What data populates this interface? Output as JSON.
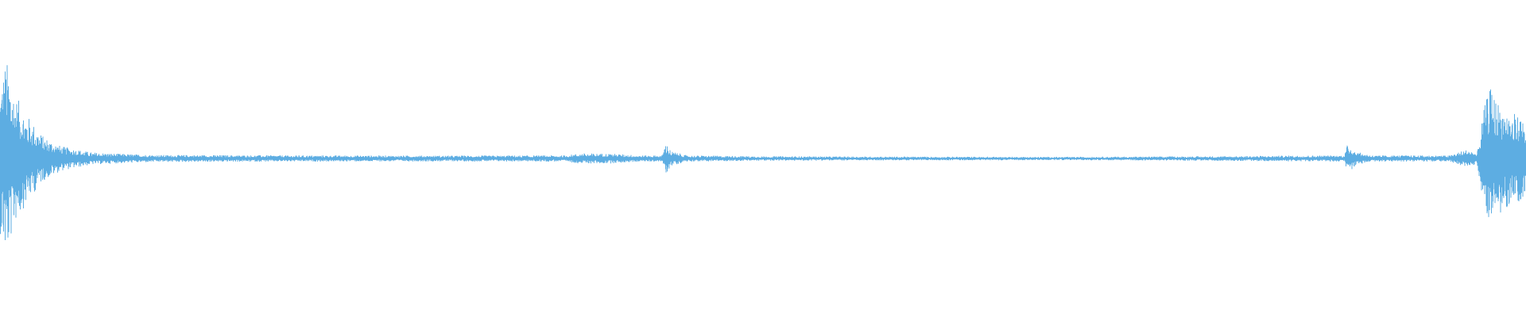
{
  "waveform": {
    "color": "#5dade2",
    "background": "#ffffff",
    "envelope": [
      {
        "t": 0.0,
        "a": 0.72
      },
      {
        "t": 0.004,
        "a": 0.98
      },
      {
        "t": 0.01,
        "a": 0.62
      },
      {
        "t": 0.018,
        "a": 0.42
      },
      {
        "t": 0.028,
        "a": 0.22
      },
      {
        "t": 0.04,
        "a": 0.12
      },
      {
        "t": 0.06,
        "a": 0.06
      },
      {
        "t": 0.08,
        "a": 0.045
      },
      {
        "t": 0.1,
        "a": 0.035
      },
      {
        "t": 0.2,
        "a": 0.03
      },
      {
        "t": 0.3,
        "a": 0.028
      },
      {
        "t": 0.37,
        "a": 0.03
      },
      {
        "t": 0.38,
        "a": 0.05
      },
      {
        "t": 0.4,
        "a": 0.048
      },
      {
        "t": 0.42,
        "a": 0.03
      },
      {
        "t": 0.434,
        "a": 0.03
      },
      {
        "t": 0.436,
        "a": 0.16
      },
      {
        "t": 0.44,
        "a": 0.07
      },
      {
        "t": 0.45,
        "a": 0.03
      },
      {
        "t": 0.5,
        "a": 0.022
      },
      {
        "t": 0.6,
        "a": 0.018
      },
      {
        "t": 0.7,
        "a": 0.016
      },
      {
        "t": 0.8,
        "a": 0.022
      },
      {
        "t": 0.86,
        "a": 0.03
      },
      {
        "t": 0.881,
        "a": 0.03
      },
      {
        "t": 0.883,
        "a": 0.14
      },
      {
        "t": 0.89,
        "a": 0.06
      },
      {
        "t": 0.9,
        "a": 0.03
      },
      {
        "t": 0.95,
        "a": 0.03
      },
      {
        "t": 0.955,
        "a": 0.06
      },
      {
        "t": 0.962,
        "a": 0.09
      },
      {
        "t": 0.968,
        "a": 0.05
      },
      {
        "t": 0.972,
        "a": 0.45
      },
      {
        "t": 0.976,
        "a": 0.7
      },
      {
        "t": 0.982,
        "a": 0.55
      },
      {
        "t": 0.99,
        "a": 0.45
      },
      {
        "t": 1.0,
        "a": 0.4
      }
    ]
  }
}
